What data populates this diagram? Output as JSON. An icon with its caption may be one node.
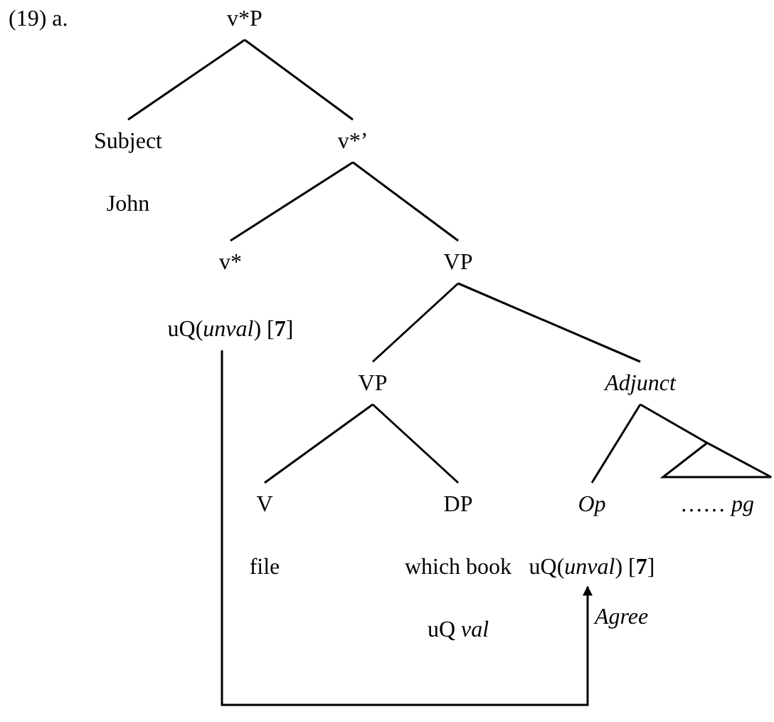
{
  "diagram": {
    "nodes": [
      {
        "text": [
          "v*P"
        ]
      },
      {
        "text": [
          "Subject",
          "John"
        ]
      },
      {
        "text": [
          "v*’"
        ]
      },
      {
        "text": [
          "v*",
          "uQ(*unval*) [**7**]"
        ]
      },
      {
        "text": [
          "VP"
        ]
      },
      {
        "text": [
          "VP"
        ]
      },
      {
        "text": [
          "*Adjunct*"
        ]
      },
      {
        "text": [],
        "shape": "triangle"
      },
      {
        "text": [
          "V",
          "file"
        ]
      },
      {
        "text": [
          "DP",
          "which book",
          "uQ *val*"
        ]
      },
      {
        "text": [
          "*Op*",
          "uQ(*unval*) [**7**]"
        ]
      },
      {
        "text": [
          "…… *pg*"
        ]
      }
    ],
    "edges": [
      {
        "from": 0,
        "to": 1,
        "arrow": "none"
      },
      {
        "from": 0,
        "to": 2,
        "arrow": "none"
      },
      {
        "from": 2,
        "to": 3,
        "arrow": "none"
      },
      {
        "from": 2,
        "to": 4,
        "arrow": "none"
      },
      {
        "from": 4,
        "to": 5,
        "arrow": "none"
      },
      {
        "from": 4,
        "to": 6,
        "arrow": "none"
      },
      {
        "from": 5,
        "to": 8,
        "arrow": "none"
      },
      {
        "from": 5,
        "to": 9,
        "arrow": "none"
      },
      {
        "from": 6,
        "to": 10,
        "arrow": "none"
      },
      {
        "from": 6,
        "to": 7,
        "arrow": "none"
      },
      {
        "from": 3,
        "to": 10,
        "arrow": "to",
        "label": "*Agree*"
      }
    ],
    "labels": [
      "(19) a."
    ]
  }
}
